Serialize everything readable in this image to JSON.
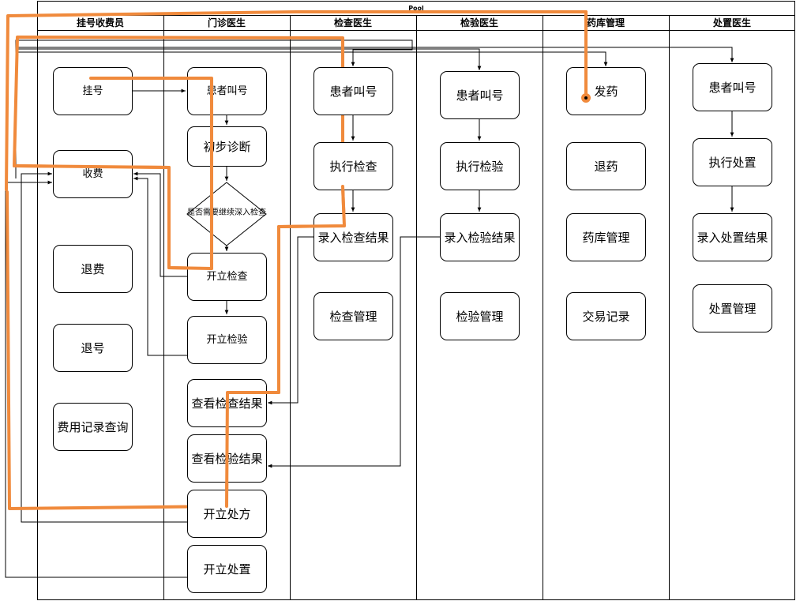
{
  "pool": {
    "title": "Pool"
  },
  "lanes": [
    {
      "id": "registrar",
      "label": "挂号收费员"
    },
    {
      "id": "clinic_doctor",
      "label": "门诊医生"
    },
    {
      "id": "exam_doctor",
      "label": "检查医生"
    },
    {
      "id": "lab_doctor",
      "label": "检验医生"
    },
    {
      "id": "pharmacy",
      "label": "药库管理"
    },
    {
      "id": "treatment_doctor",
      "label": "处置医生"
    }
  ],
  "nodes": {
    "register": "挂号",
    "charge": "收费",
    "refund_fee": "退费",
    "cancel_register": "退号",
    "fee_records": "费用记录查询",
    "clinic_call": "患者叫号",
    "initial_diagnosis": "初步诊断",
    "need_exam_decision": "是否需要继续深入检查",
    "order_exam": "开立检查",
    "order_lab": "开立检验",
    "view_exam_results": "查看检查结果",
    "view_lab_results": "查看检验结果",
    "prescribe": "开立处方",
    "order_treatment": "开立处置",
    "exam_call": "患者叫号",
    "perform_exam": "执行检查",
    "enter_exam_results": "录入检查结果",
    "exam_management": "检查管理",
    "lab_call": "患者叫号",
    "perform_lab": "执行检验",
    "enter_lab_results": "录入检验结果",
    "lab_management": "检验管理",
    "dispense": "发药",
    "return_drug": "退药",
    "pharmacy_management": "药库管理",
    "transaction_records": "交易记录",
    "treatment_call": "患者叫号",
    "perform_treatment": "执行处置",
    "enter_treatment_results": "录入处置结果",
    "treatment_management": "处置管理"
  },
  "colors": {
    "line": "#000000",
    "highlight_path": "#F08A3C",
    "box_fill": "#FFFFFF"
  }
}
